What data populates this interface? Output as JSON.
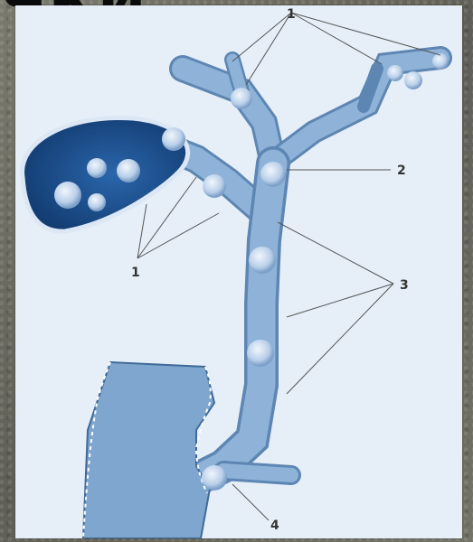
{
  "heading_fragment": "ЧКИ",
  "labels": {
    "top_ducts": "1",
    "common_hepatic": "2",
    "common_bile_duct": "3",
    "gallbladder_stones": "1",
    "papilla": "4"
  },
  "colors": {
    "background": "#6f6f64",
    "panel": "#e6eff8",
    "duct": "#8fb3d8",
    "duct_edge": "#5d86b3",
    "gallbladder_dark": "#1d4f8f",
    "stone": "#c9daf0",
    "duodenum": "#7fa6cf"
  }
}
